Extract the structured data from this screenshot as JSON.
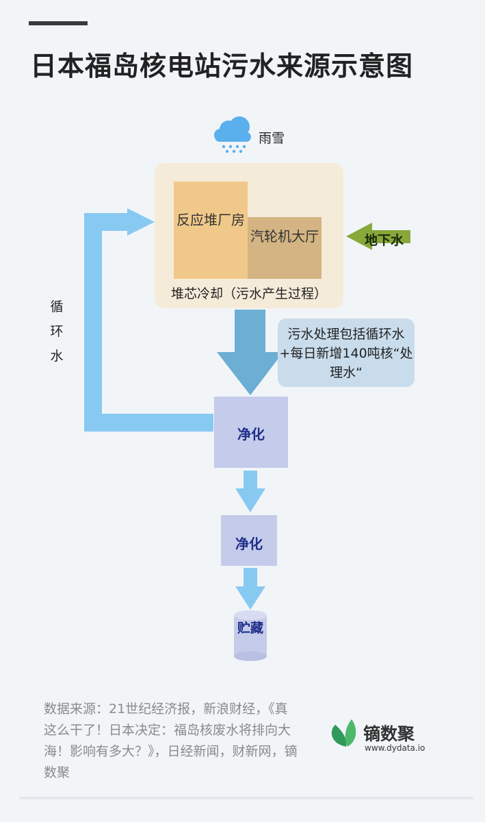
{
  "title": "日本福岛核电站污水来源示意图",
  "rain_label": "雨雪",
  "reactor_label": "反应堆厂房",
  "turbine_label": "汽轮机大厅",
  "cooling_label": "堆芯冷却（污水产生过程）",
  "groundwater_label": "地下水",
  "cycle_label": "循环水",
  "note_text": "污水处理包括循环水+每日新增140吨核“处理水“",
  "purify1_label": "净化",
  "purify2_label": "净化",
  "storage_label": "贮藏",
  "source_text": "数据来源：21世纪经济报，新浪财经，《真这么干了！日本决定：福岛核废水将排向大海！影响有多大？》，日经新闻，财新网，镝数聚",
  "brand": {
    "name": "镝数聚",
    "url": "www.dydata.io"
  },
  "colors": {
    "background": "#f1f5f8",
    "plant_box": "#f5ebd9",
    "reactor": "#f0c98a",
    "turbine": "#d3b482",
    "groundwater_arrow": "#88a83a",
    "cycle_arrow": "#88c9f2",
    "main_arrow": "#6caed4",
    "purify_box": "#c5cbea",
    "note_box": "#c9dcec",
    "brand_green": "#3aa55a"
  },
  "icons": [
    "cloud-snow-icon",
    "leaf-logo-icon"
  ]
}
